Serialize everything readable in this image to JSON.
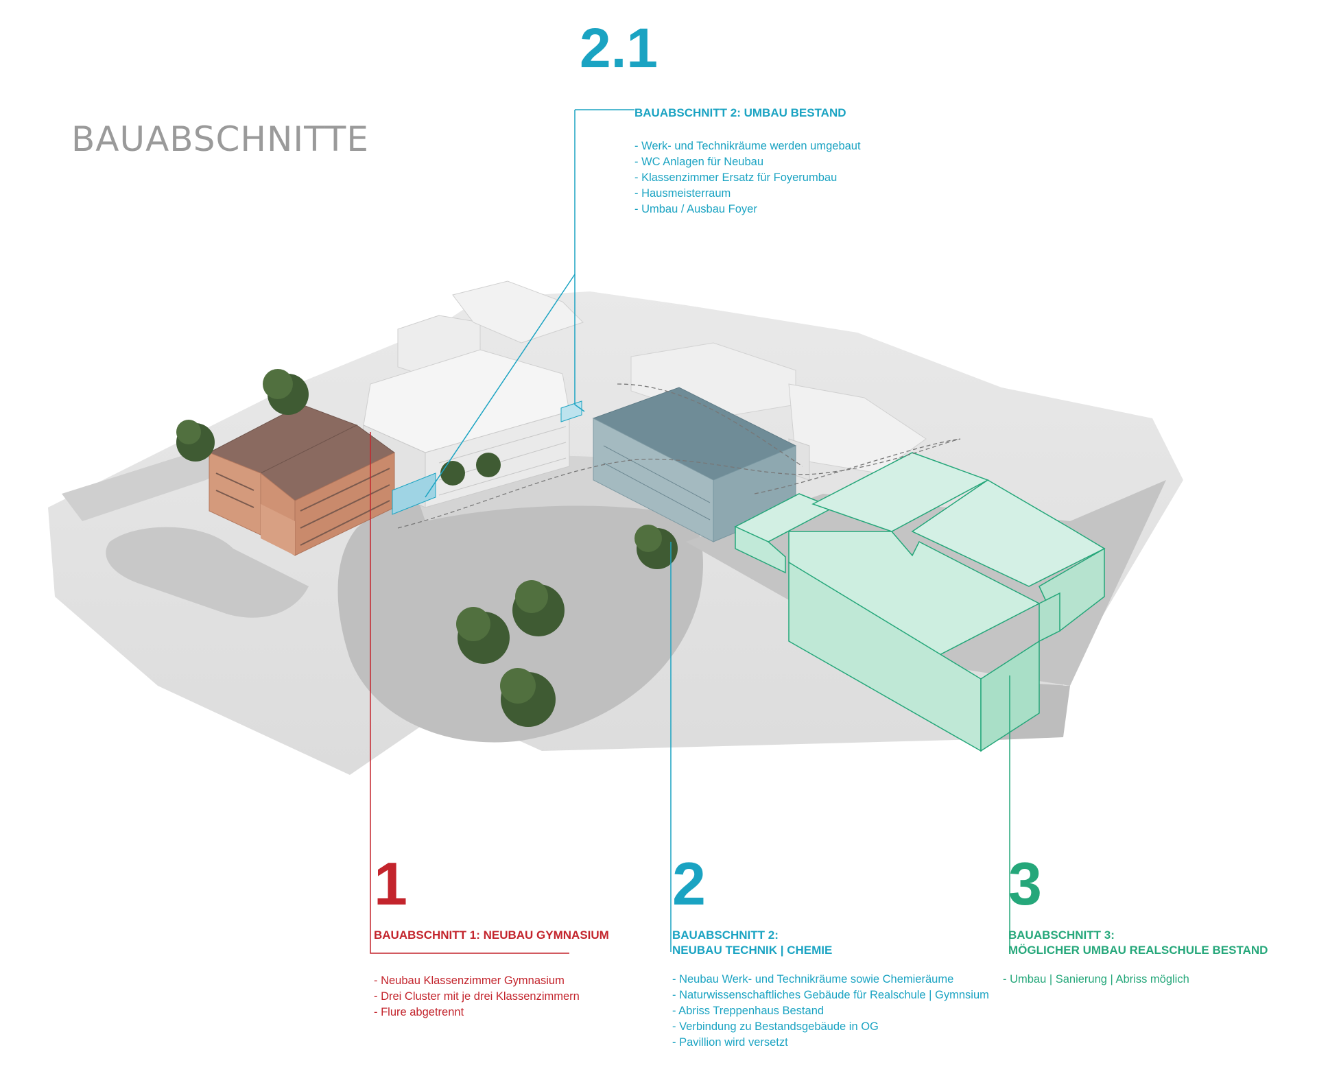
{
  "title": "BAUABSCHNITTE",
  "colors": {
    "phase1": "#c3242c",
    "phase2": "#1aa3c2",
    "phase3": "#25a77a",
    "title": "#9a9a9a"
  },
  "phases": {
    "p21": {
      "number": "2.1",
      "heading": "BAUABSCHNITT  2: UMBAU BESTAND",
      "items": [
        "- Werk- und Technikräume werden umgebaut",
        "- WC Anlagen für Neubau",
        "- Klassenzimmer Ersatz für Foyerumbau",
        "- Hausmeisterraum",
        "- Umbau / Ausbau Foyer"
      ]
    },
    "p1": {
      "number": "1",
      "heading": "BAUABSCHNITT  1: NEUBAU GYMNASIUM",
      "items": [
        "- Neubau Klassenzimmer Gymnasium",
        "- Drei Cluster mit je drei Klassenzimmern",
        "- Flure abgetrennt"
      ]
    },
    "p2": {
      "number": "2",
      "heading_line1": "BAUABSCHNITT  2:",
      "heading_line2": "NEUBAU TECHNIK | CHEMIE",
      "items": [
        "- Neubau Werk- und Technikräume sowie Chemieräume",
        "- Naturwissenschaftliches Gebäude für Realschule | Gymnsium",
        "- Abriss Treppenhaus Bestand",
        "- Verbindung zu Bestandsgebäude in OG",
        "- Pavillion wird versetzt"
      ]
    },
    "p3": {
      "number": "3",
      "heading_line1": "BAUABSCHNITT  3:",
      "heading_line2": "MÖGLICHER UMBAU REALSCHULE BESTAND",
      "items": [
        "- Umbau | Sanierung | Abriss möglich"
      ]
    }
  }
}
